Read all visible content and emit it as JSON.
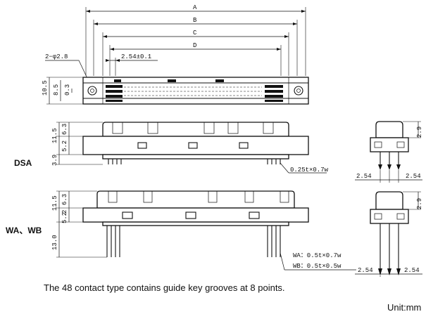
{
  "dimensions": {
    "A": "A",
    "B": "B",
    "C": "C",
    "D": "D",
    "pitch": "2.54±0.1",
    "hole": "2−φ2.8",
    "h_10_5": "10.5",
    "h_8_5": "8.5",
    "h_0_3": "0.3",
    "side_11_5": "11.5",
    "side_6_3": "6.3",
    "side_5_2": "5.2",
    "side_3_9": "3.9",
    "wa_11_5": "11.5",
    "wa_6_3": "6.3",
    "wa_2": "2",
    "wa_5_2": "5.2",
    "wa_13_0": "13.0",
    "end_2_9_a": "2.9",
    "end_2_9_b": "2.9",
    "end_pitch_l1": "2.54",
    "end_pitch_r1": "2.54",
    "end_pitch_l2": "2.54",
    "end_pitch_r2": "2.54",
    "pin_dsa": "0.25t×0.7w",
    "pin_wa": "WA：0.5t×0.7w",
    "pin_wb": "WB：0.5t×0.5w"
  },
  "labels": {
    "dsa": "DSA",
    "wawb": "WA、WB"
  },
  "caption": "The 48 contact type contains guide key grooves at 8 points.",
  "unit": "Unit:mm"
}
